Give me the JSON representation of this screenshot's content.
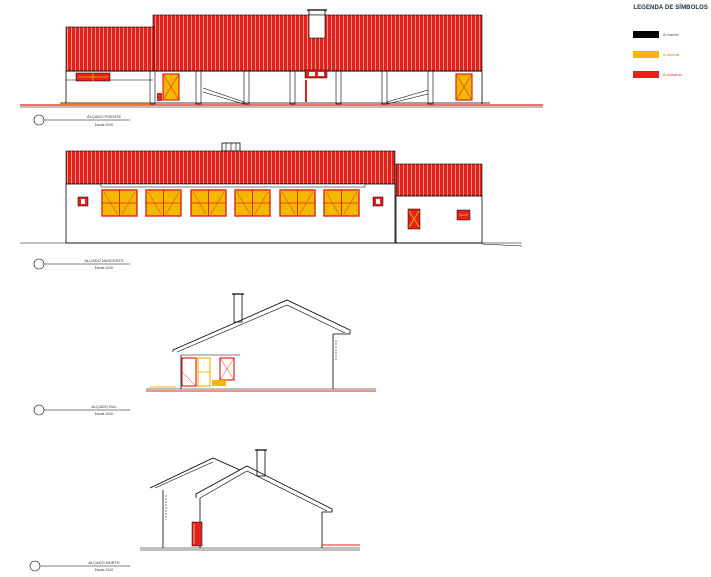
{
  "legend": {
    "title": "LEGENDA DE SÍMBOLOS",
    "items": [
      {
        "label": "A manter",
        "color": "#000000",
        "text_color": "#555555"
      },
      {
        "label": "A demolir",
        "color": "#f5b800",
        "text_color": "#b8860b"
      },
      {
        "label": "A construir",
        "color": "#e2231a",
        "text_color": "#c0392b"
      }
    ]
  },
  "elevations": [
    {
      "title": "ALÇADO POENTE",
      "scale": "Escala 1/100"
    },
    {
      "title": "ALÇADO NASCENTE",
      "scale": "Escala 1/100"
    },
    {
      "title": "ALÇADO SUL",
      "scale": "Escala 1/100"
    },
    {
      "title": "ALÇADO NORTE",
      "scale": "Escala 1/100"
    }
  ],
  "colors": {
    "line": "#000000",
    "demolish": "#f5b800",
    "construct": "#e2231a",
    "ground": "#e2231a"
  }
}
